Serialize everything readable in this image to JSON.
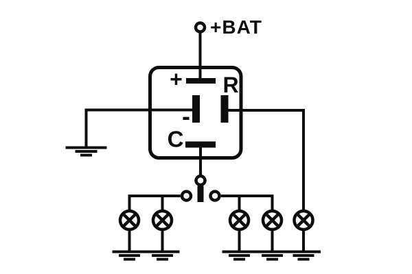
{
  "diagram": {
    "battery": {
      "label": "+BAT"
    },
    "relay_terminals": {
      "plus": "+",
      "minus": "-",
      "common": "C",
      "output": "R"
    },
    "counts": {
      "lamps": 5,
      "grounds": 6,
      "switch_contact_terminals": 3
    },
    "icons": {
      "lamp": "circle-with-diagonal-cross-bulb",
      "ground": "three-bar-earth-ground",
      "terminal": "small-open-circle-terminal"
    },
    "colors": {
      "line": "#0d0d0d",
      "background": "#ffffff"
    }
  }
}
